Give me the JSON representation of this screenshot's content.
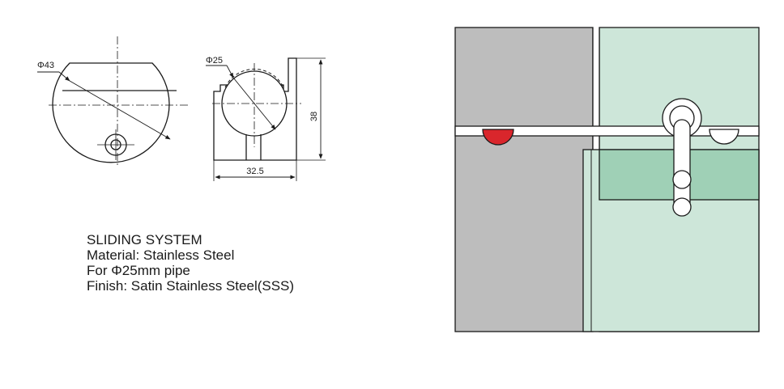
{
  "drawing": {
    "roller_diameter": "Φ43",
    "pipe_diameter": "Φ25",
    "height": "38",
    "width": "32.5"
  },
  "spec": {
    "title": "SLIDING SYSTEM",
    "material": "Material: Stainless Steel",
    "pipe": "For Φ25mm  pipe",
    "finish": "Finish: Satin Stainless Steel(SSS)"
  },
  "colors": {
    "wall_gray": "#bdbdbd",
    "glass_light": "#cde6d9",
    "glass_dark": "#9fd0b6",
    "stopper_red": "#d9262c",
    "line": "#1a1a1a"
  }
}
